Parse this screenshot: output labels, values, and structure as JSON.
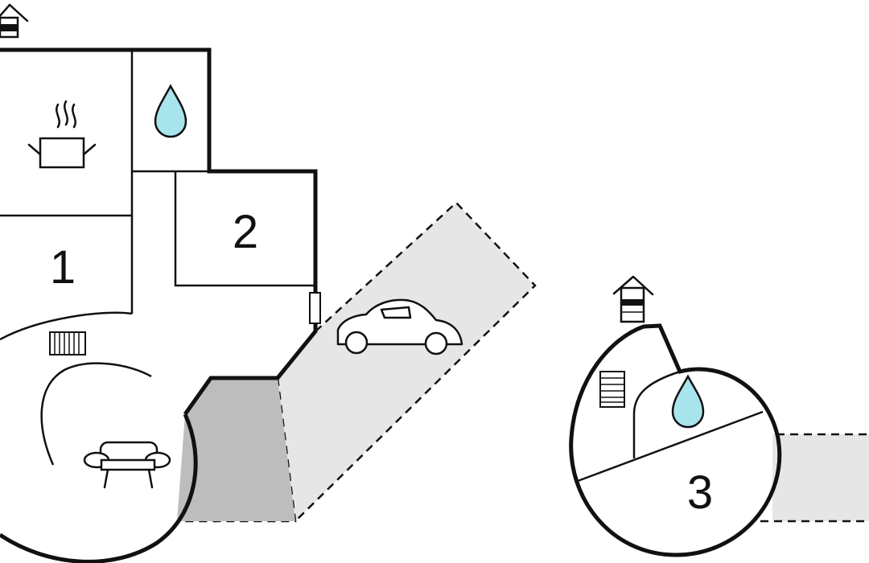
{
  "rooms": [
    {
      "id": "bedroom-1",
      "label": "1"
    },
    {
      "id": "bedroom-2",
      "label": "2"
    },
    {
      "id": "bedroom-3",
      "label": "3"
    }
  ],
  "icons": [
    "house-entrance-icon",
    "kitchen-pot-icon",
    "water-drop-icon",
    "radiator-icon",
    "sofa-icon",
    "car-icon",
    "window-icon"
  ],
  "colors": {
    "wall": "#111111",
    "water": "#a8e4ec",
    "terrace_light": "#e6e6e6",
    "terrace_dark": "#bdbdbd",
    "background": "#ffffff"
  }
}
